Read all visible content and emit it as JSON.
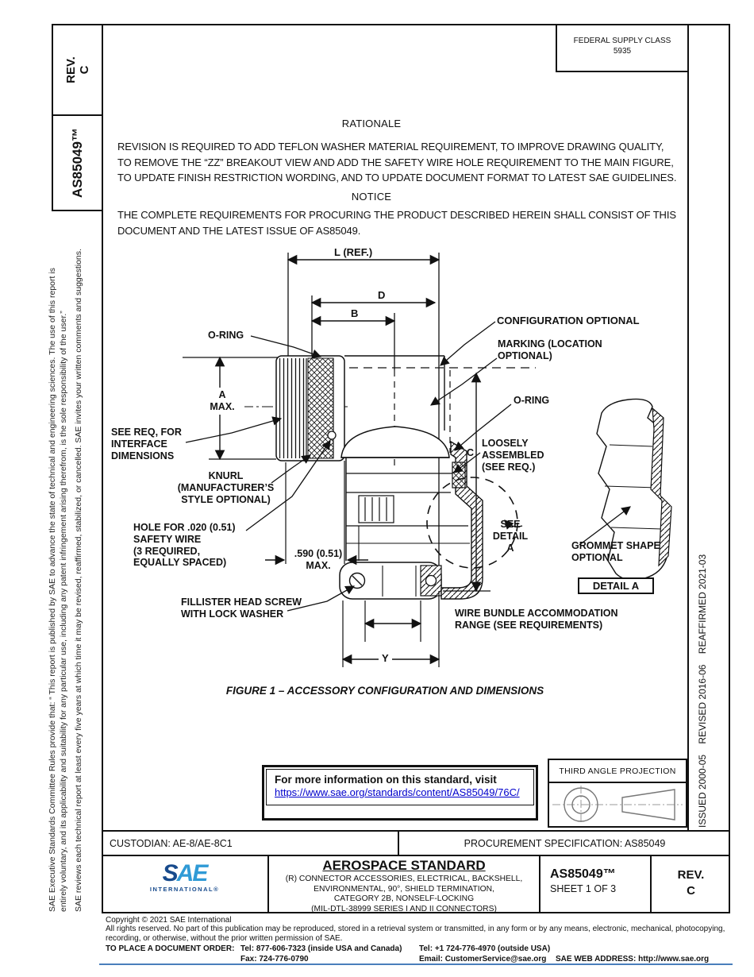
{
  "header": {
    "rev_box": "REV.\nC",
    "doc_number_box": "AS85049™",
    "federal_supply": {
      "line1": "FEDERAL SUPPLY CLASS",
      "line2": "5935"
    }
  },
  "side_notes": {
    "left_para1": "SAE Executive Standards Committee Rules provide that: “ This report is published by SAE to advance the state of technical and engineering sciences. The use of this report is\nentirely voluntary, and its applicability and suitability for any particular use, including any patent infringement arising therefrom, is the sole responsibility of the user.”",
    "left_para2": "SAE reviews each technical report at least every five years at which time it may be revised, reaffirmed, stabilized, or cancelled. SAE invites your written comments and suggestions.",
    "right_dates": "ISSUED 2000-05    REVISED 2016-06    REAFFIRMED 2021-03"
  },
  "rationale": {
    "heading": "RATIONALE",
    "body": "REVISION IS REQUIRED TO ADD TEFLON WASHER MATERIAL REQUIREMENT, TO IMPROVE DRAWING QUALITY,\nTO REMOVE THE “ZZ” BREAKOUT VIEW AND ADD THE SAFETY WIRE HOLE REQUIREMENT TO THE MAIN FIGURE,\nTO UPDATE FINISH RESTRICTION WORDING, AND TO UPDATE DOCUMENT FORMAT TO LATEST SAE GUIDELINES."
  },
  "notice": {
    "heading": "NOTICE",
    "body": "THE COMPLETE REQUIREMENTS FOR PROCURING THE PRODUCT DESCRIBED HEREIN SHALL CONSIST OF THIS\nDOCUMENT AND THE LATEST ISSUE OF AS85049."
  },
  "figure": {
    "caption": "FIGURE 1 – ACCESSORY CONFIGURATION AND DIMENSIONS",
    "labels": {
      "l_ref": "L (REF.)",
      "d": "D",
      "b": "B",
      "o_ring_left": "O-RING",
      "configuration_optional": "CONFIGURATION OPTIONAL",
      "marking": "MARKING (LOCATION\nOPTIONAL)",
      "o_ring_right": "O-RING",
      "a_max": "A\nMAX.",
      "see_req": "SEE REQ, FOR\nINTERFACE\nDIMENSIONS",
      "knurl": "KNURL\n(MANUFACTURER’S\nSTYLE OPTIONAL)",
      "safety_wire": "HOLE FOR .020 (0.51)\nSAFETY WIRE\n(3 REQUIRED,\nEQUALLY SPACED)",
      "dim_590": ".590 (0.51)\nMAX.",
      "fillister": "FILLISTER HEAD SCREW\nWITH LOCK WASHER",
      "c": "C",
      "loosely_assembled": "LOOSELY\nASSEMBLED\n(SEE REQ.)",
      "see_detail_a": "SEE\nDETAIL\nA",
      "grommet": "GROMMET SHAPE\nOPTIONAL",
      "detail_a": "DETAIL A",
      "wire_bundle": "WIRE BUNDLE ACCOMMODATION\nRANGE (SEE REQUIREMENTS)",
      "y": "Y"
    }
  },
  "info_box": {
    "line1": "For more information on this standard, visit",
    "link": "https://www.sae.org/standards/content/AS85049/76C/"
  },
  "projection_box": {
    "label": "THIRD ANGLE PROJECTION"
  },
  "custodian_row": {
    "custodian": "CUSTODIAN: AE-8/AE-8C1",
    "procurement": "PROCUREMENT SPECIFICATION: AS85049"
  },
  "title_block": {
    "logo_text": "SAE",
    "logo_sub": "INTERNATIONAL®",
    "standard_type": "AEROSPACE STANDARD",
    "title_lines": [
      "(R) CONNECTOR ACCESSORIES, ELECTRICAL, BACKSHELL,",
      "ENVIRONMENTAL, 90°, SHIELD TERMINATION,",
      "CATEGORY 2B, NONSELF-LOCKING",
      "(MIL-DTL-38999 SERIES I AND II CONNECTORS)"
    ],
    "doc_number": "AS85049™",
    "sheet": "SHEET 1 OF 3",
    "rev": "REV.\nC"
  },
  "footer": {
    "copyright": "Copyright © 2021 SAE International",
    "rights": "All rights reserved. No part of this publication may be reproduced, stored in a retrieval system or transmitted, in any form or by any means, electronic, mechanical, photocopying,\nrecording, or otherwise, without the prior written permission of SAE.",
    "order_label": "TO PLACE A DOCUMENT ORDER:",
    "tel_inside": "Tel: 877-606-7323 (inside USA and Canada)",
    "tel_outside": "Tel: +1 724-776-4970 (outside USA)",
    "fax": "Fax: 724-776-0790",
    "email": "Email: CustomerService@sae.org",
    "web": "SAE WEB ADDRESS: http://www.sae.org"
  },
  "colors": {
    "link": "#0000cc",
    "sae_dark_blue": "#174a8c",
    "sae_light_blue": "#2f9ad6",
    "ink": "#111111"
  }
}
